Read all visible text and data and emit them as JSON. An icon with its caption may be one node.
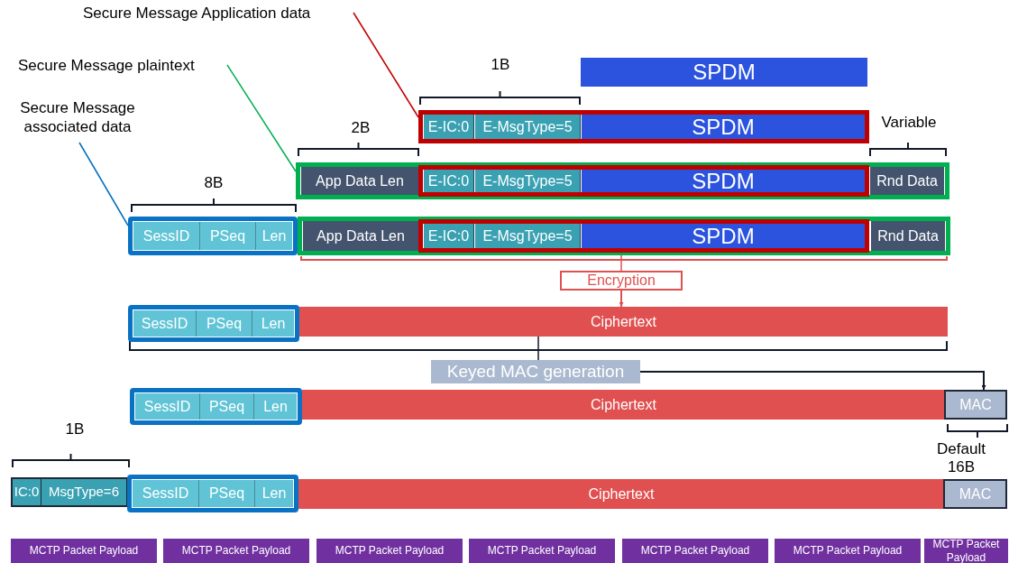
{
  "diagram": {
    "nodes": [
      {
        "text": [
          "Secure Message Application data"
        ]
      },
      {
        "text": [
          "Secure Message plaintext"
        ]
      },
      {
        "text": [
          "Secure Message associated data"
        ]
      },
      {
        "text": [
          "SPDM"
        ]
      },
      {
        "text": [],
        "shape": "box"
      },
      {
        "text": [
          "E-IC:0"
        ],
        "in": 4
      },
      {
        "text": [
          "E-MsgType=5"
        ],
        "in": 4
      },
      {
        "text": [
          "SPDM"
        ],
        "in": 4
      },
      {
        "text": [],
        "shape": "box"
      },
      {
        "text": [
          "App Data Len"
        ],
        "in": 8
      },
      {
        "text": [],
        "shape": "box",
        "in": 8
      },
      {
        "text": [
          "E-IC:0"
        ],
        "in": 10
      },
      {
        "text": [
          "E-MsgType=5"
        ],
        "in": 10
      },
      {
        "text": [
          "SPDM"
        ],
        "in": 10
      },
      {
        "text": [
          "Rnd Data"
        ],
        "in": 8
      },
      {
        "text": [],
        "shape": "box"
      },
      {
        "text": [
          "SessID"
        ],
        "in": 15
      },
      {
        "text": [
          "PSeq"
        ],
        "in": 15
      },
      {
        "text": [
          "Len"
        ],
        "in": 15
      },
      {
        "text": [],
        "shape": "box"
      },
      {
        "text": [
          "App Data Len"
        ],
        "in": 19
      },
      {
        "text": [],
        "shape": "box",
        "in": 19
      },
      {
        "text": [
          "E-IC:0"
        ],
        "in": 21
      },
      {
        "text": [
          "E-MsgType=5"
        ],
        "in": 21
      },
      {
        "text": [
          "SPDM"
        ],
        "in": 21
      },
      {
        "text": [
          "Rnd Data"
        ],
        "in": 19
      },
      {
        "text": [
          "Encryption"
        ]
      },
      {
        "text": [],
        "shape": "box"
      },
      {
        "text": [
          "SessID"
        ],
        "in": 27
      },
      {
        "text": [
          "PSeq"
        ],
        "in": 27
      },
      {
        "text": [
          "Len"
        ],
        "in": 27
      },
      {
        "text": [
          "Ciphertext"
        ]
      },
      {
        "text": [
          "Keyed MAC generation"
        ]
      },
      {
        "text": [],
        "shape": "box"
      },
      {
        "text": [
          "SessID"
        ],
        "in": 33
      },
      {
        "text": [
          "PSeq"
        ],
        "in": 33
      },
      {
        "text": [
          "Len"
        ],
        "in": 33
      },
      {
        "text": [
          "Ciphertext"
        ]
      },
      {
        "text": [
          "MAC"
        ]
      },
      {
        "text": [
          "IC:0"
        ]
      },
      {
        "text": [
          "MsgType=6"
        ]
      },
      {
        "text": [],
        "shape": "box"
      },
      {
        "text": [
          "SessID"
        ],
        "in": 41
      },
      {
        "text": [
          "PSeq"
        ],
        "in": 41
      },
      {
        "text": [
          "Len"
        ],
        "in": 41
      },
      {
        "text": [
          "Ciphertext"
        ]
      },
      {
        "text": [
          "MAC"
        ]
      },
      {
        "text": [
          "MCTP Packet Payload"
        ]
      },
      {
        "text": [
          "MCTP Packet Payload"
        ]
      },
      {
        "text": [
          "MCTP Packet Payload"
        ]
      },
      {
        "text": [
          "MCTP Packet Payload"
        ]
      },
      {
        "text": [
          "MCTP Packet Payload"
        ]
      },
      {
        "text": [
          "MCTP Packet Payload"
        ]
      },
      {
        "text": [
          "MCTP Packet Payload"
        ]
      }
    ],
    "edges": [
      {
        "from": 0,
        "to": 4,
        "arrow": "none",
        "color": "#c00000"
      },
      {
        "from": 1,
        "to": 8,
        "arrow": "none",
        "color": "#00b050"
      },
      {
        "from": 2,
        "to": 15,
        "arrow": "none",
        "color": "#0070c0"
      },
      {
        "from": 19,
        "to": 26,
        "arrow": "none",
        "color": "#e05050"
      },
      {
        "from": 26,
        "to": 31,
        "arrow": "to",
        "color": "#e05050"
      },
      {
        "from": 31,
        "to": 32,
        "arrow": "none",
        "color": "#111827"
      },
      {
        "from": 32,
        "to": 38,
        "arrow": "to",
        "color": "#111827"
      }
    ],
    "labels": [
      "1B",
      "Variable",
      "2B",
      "8B",
      "1B",
      "Default 16B"
    ]
  }
}
